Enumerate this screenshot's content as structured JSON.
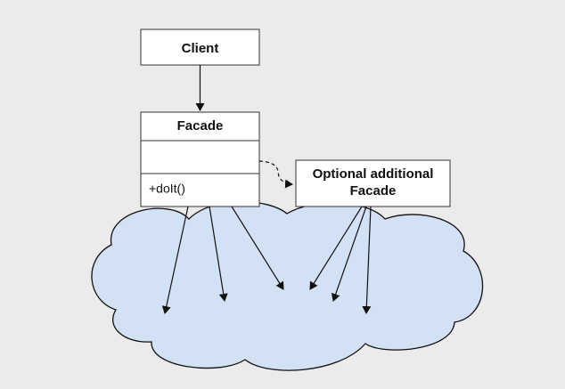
{
  "diagram": {
    "client": {
      "title": "Client"
    },
    "facade": {
      "title": "Facade",
      "attributes": "",
      "operations": "+doIt()"
    },
    "optional_facade": {
      "title_line1": "Optional additional",
      "title_line2": "Facade"
    },
    "colors": {
      "background": "#ebebeb",
      "box_fill": "#ffffff",
      "box_stroke": "#333333",
      "cloud_fill": "#d3e1f5",
      "cloud_stroke": "#111111",
      "arrow": "#111111"
    }
  }
}
